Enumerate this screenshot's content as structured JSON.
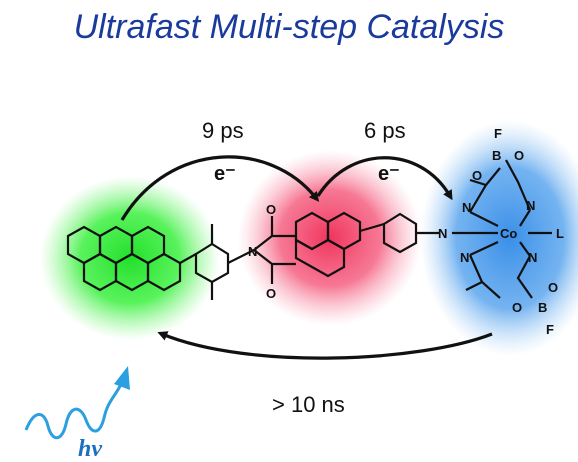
{
  "title": "Ultrafast Multi-step Catalysis",
  "transfer_1": {
    "time": "9 ps",
    "carrier": "e⁻"
  },
  "transfer_2": {
    "time": "6 ps",
    "carrier": "e⁻"
  },
  "back_transfer": {
    "time": "> 10 ns"
  },
  "excitation": {
    "label": "hν"
  },
  "atoms": {
    "o": "O",
    "n": "N",
    "b": "B",
    "f": "F",
    "co": "Co",
    "l": "L"
  },
  "colors": {
    "title": "#1a3a9c",
    "perylene_glow": "#22e02a",
    "naphthalimide_glow": "#f0345c",
    "cobaloxime_glow": "#3a8fe8",
    "light_wave": "#2b9fe0"
  }
}
